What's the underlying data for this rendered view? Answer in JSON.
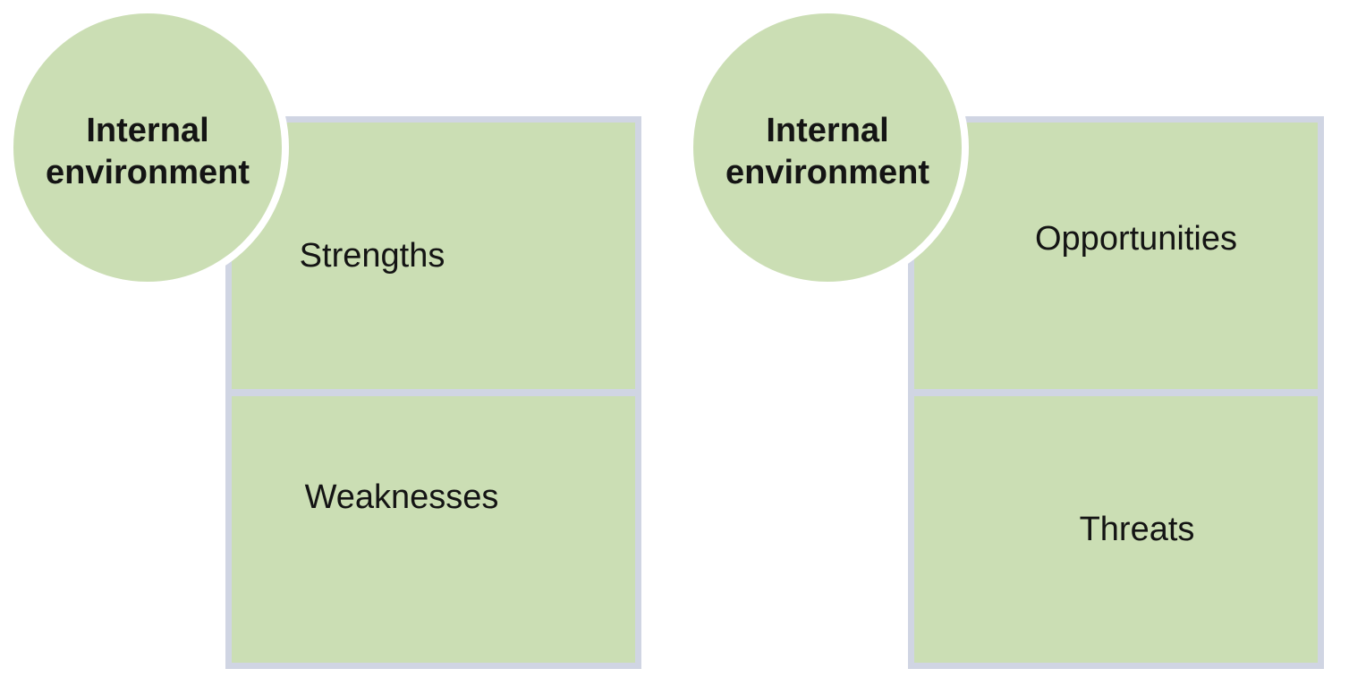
{
  "colors": {
    "shape_fill_green": "#cbdeb4",
    "panel_frame_lavender": "#d0d5e3",
    "circle_ring_white": "#ffffff",
    "text": "#141414",
    "page_background": "#ffffff"
  },
  "left_group": {
    "circle_label": "Internal environment",
    "boxes": [
      {
        "label": "Strengths"
      },
      {
        "label": "Weaknesses"
      }
    ]
  },
  "right_group": {
    "circle_label": "Internal environment",
    "boxes": [
      {
        "label": "Opportunities"
      },
      {
        "label": "Threats"
      }
    ]
  }
}
